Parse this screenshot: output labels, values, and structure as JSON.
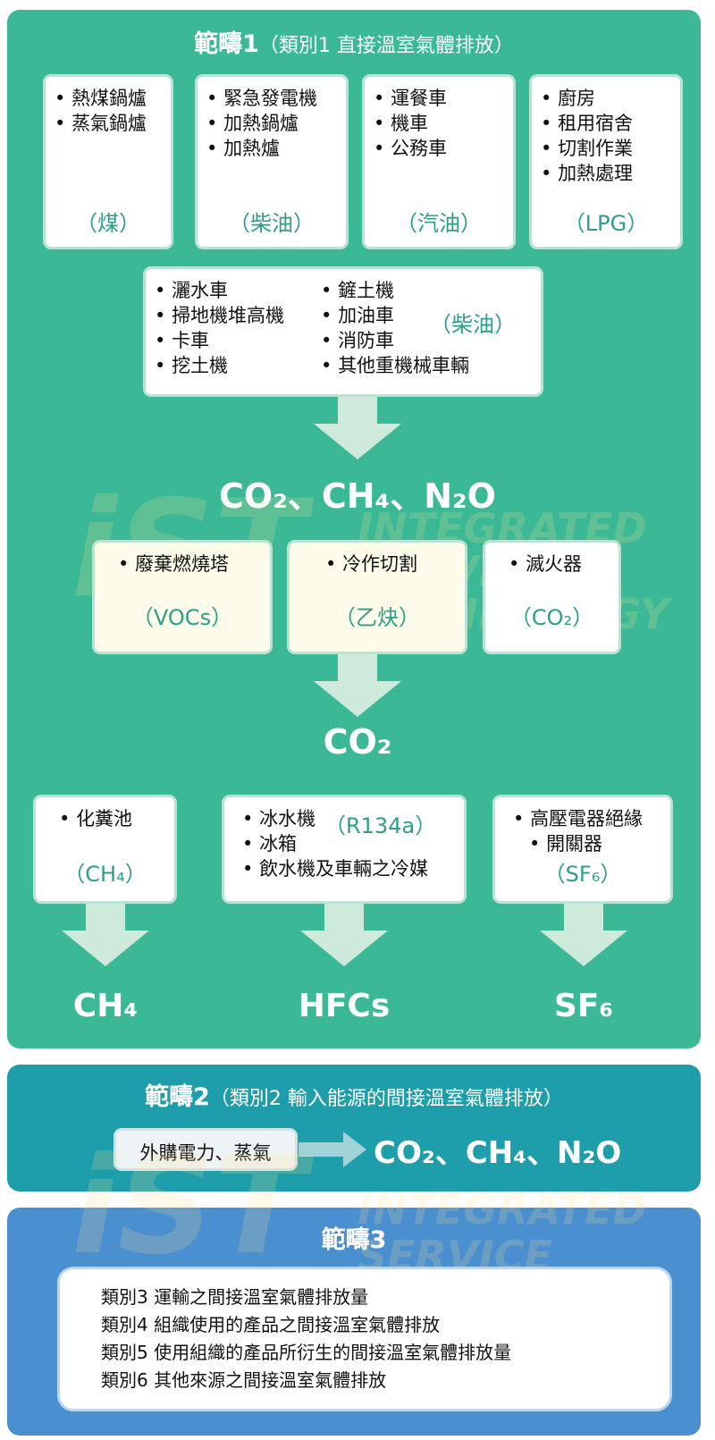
{
  "scope1": {
    "title": "範疇1",
    "subtitle": "（類別1 直接溫室氣體排放）",
    "row1": [
      {
        "items": [
          "熱煤鍋爐",
          "蒸氣鍋爐"
        ],
        "fuel": "（煤）"
      },
      {
        "items": [
          "緊急發電機",
          "加熱鍋爐",
          "加熱爐"
        ],
        "fuel": "（柴油）"
      },
      {
        "items": [
          "運餐車",
          "機車",
          "公務車"
        ],
        "fuel": "（汽油）"
      },
      {
        "items": [
          "廚房",
          "租用宿舍",
          "切割作業",
          "加熱處理"
        ],
        "fuel": "（LPG）"
      }
    ],
    "row2": {
      "col1": [
        "灑水車",
        "掃地機堆高機",
        "卡車",
        "挖土機"
      ],
      "col2": [
        "鏟土機",
        "加油車",
        "消防車",
        "其他重機械車輛"
      ],
      "fuel": "（柴油）"
    },
    "gases1": "CO₂、CH₄、N₂O",
    "row3": [
      {
        "item": "廢棄燃燒塔",
        "fuel": "（VOCs）"
      },
      {
        "item": "冷作切割",
        "fuel": "（乙炔）"
      },
      {
        "item": "滅火器",
        "fuel": "（CO₂）"
      }
    ],
    "gases2": "CO₂",
    "row4": [
      {
        "items": [
          "化糞池"
        ],
        "fuel": "（CH₄）",
        "gas": "CH₄"
      },
      {
        "items": [
          "冰水機",
          "冰箱",
          "飲水機及車輛之冷媒"
        ],
        "fuel": "（R134a）",
        "gas": "HFCs"
      },
      {
        "items": [
          "高壓電器絕緣",
          "開關器"
        ],
        "fuel": "（SF₆）",
        "gas": "SF₆"
      }
    ]
  },
  "scope2": {
    "title": "範疇2",
    "subtitle": "（類別2 輸入能源的間接溫室氣體排放）",
    "source": "外購電力、蒸氣",
    "gases": "CO₂、CH₄、N₂O"
  },
  "scope3": {
    "title": "範疇3",
    "categories": [
      "類別3  運輸之間接溫室氣體排放量",
      "類別4  組織使用的產品之間接溫室氣體排放",
      "類別5  使用組織的產品所衍生的間接溫室氣體排放量",
      "類別6  其他來源之間接溫室氣體排放"
    ]
  },
  "watermark": {
    "logo": "iST",
    "line1": "INTEGRATED",
    "line2": "SERVICE",
    "line3": "TECHNOLOGY"
  },
  "colors": {
    "scope1_bg": "#3bb996",
    "scope2_bg": "#1e9eaa",
    "scope3_bg": "#4a8fcf",
    "fuel_text": "#2e9e88",
    "arrow": "#cdeadb"
  }
}
